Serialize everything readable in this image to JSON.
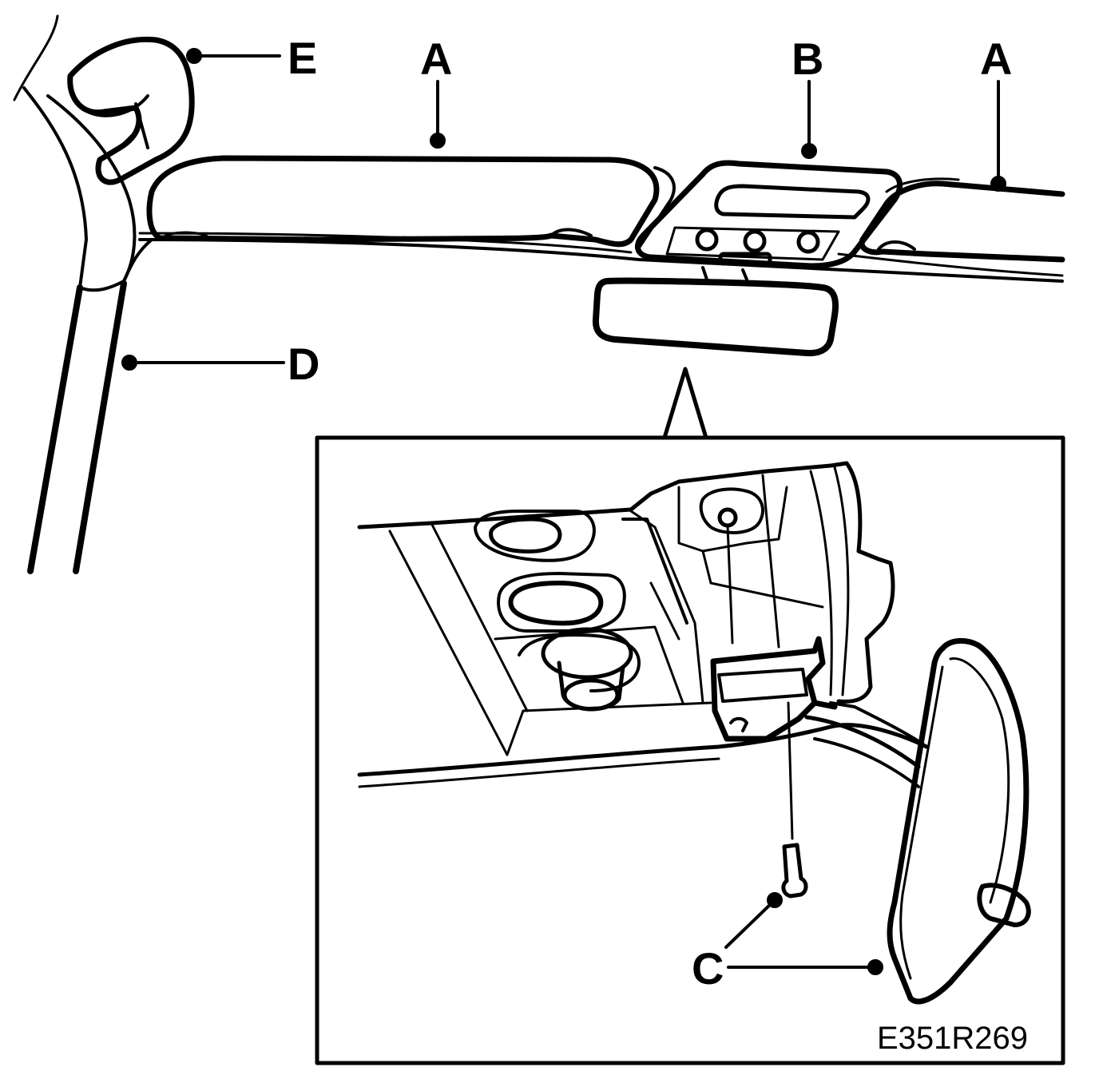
{
  "callouts": {
    "a_left": "A",
    "b": "B",
    "a_right": "A",
    "e": "E",
    "d": "D",
    "c": "C"
  },
  "figure_code": "E351R269"
}
